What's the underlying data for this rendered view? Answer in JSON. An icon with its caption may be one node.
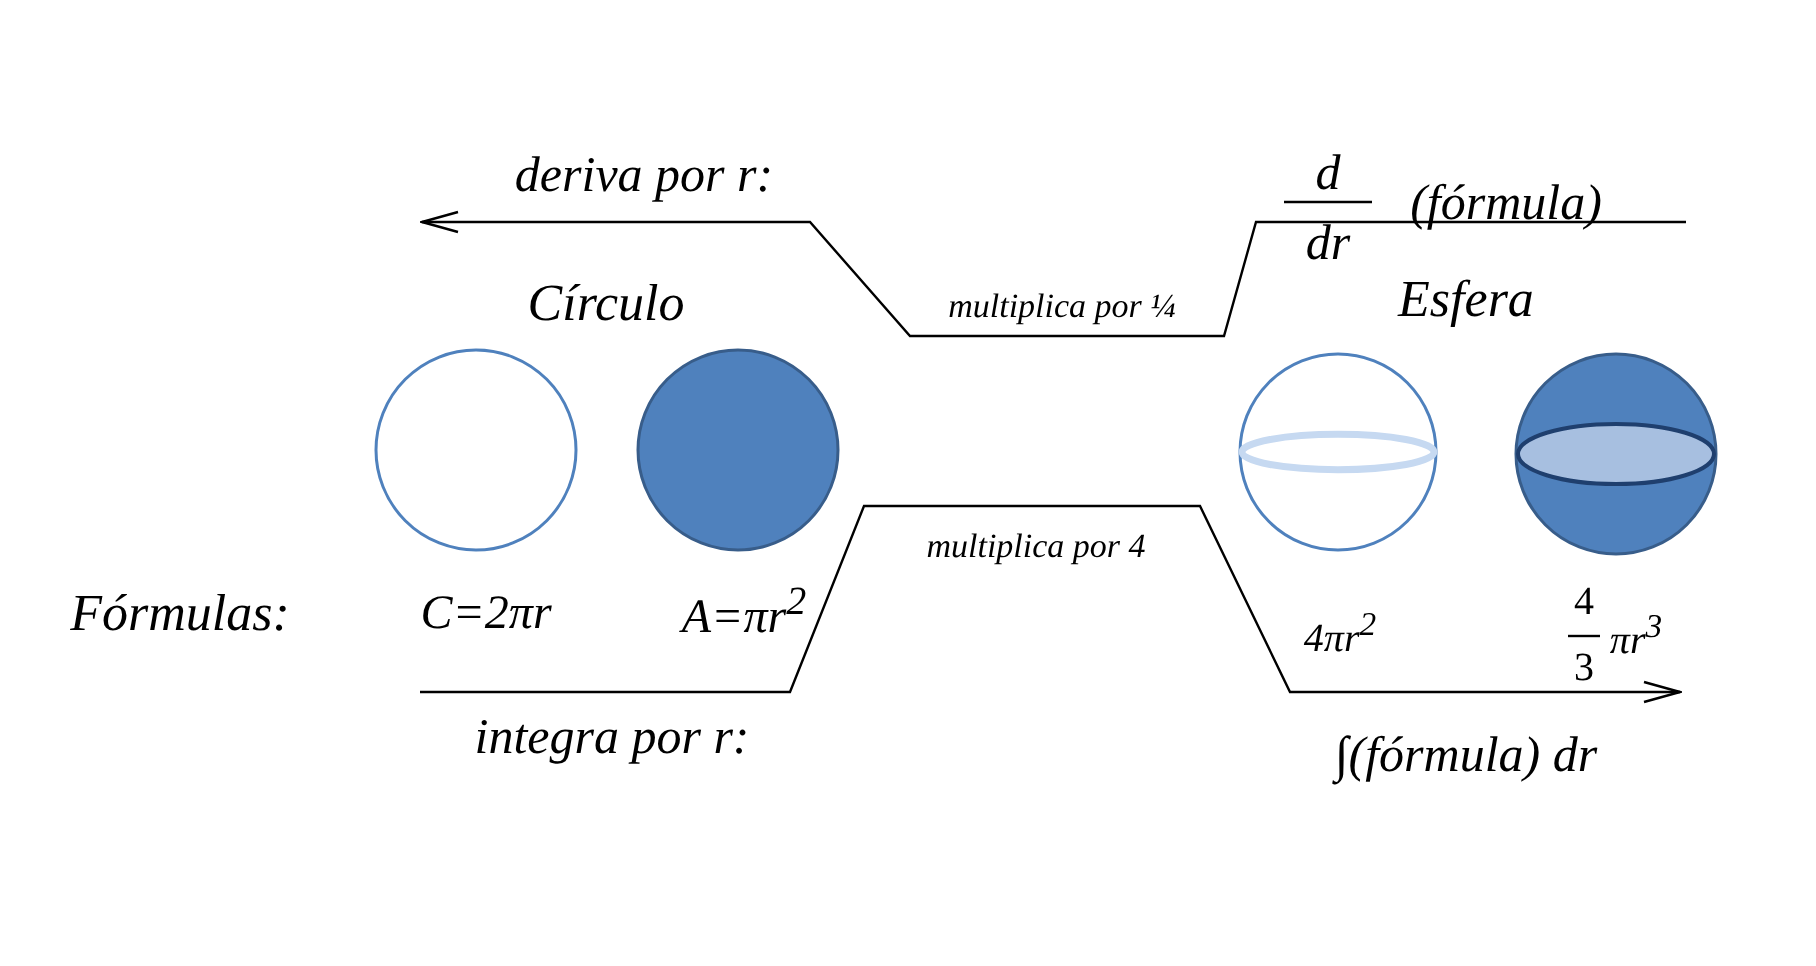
{
  "diagram": {
    "nodes": [
      {
        "text": [],
        "shape": "circle",
        "beside": [
          "C=2πr"
        ]
      },
      {
        "text": [],
        "shape": "circle",
        "beside": [
          "A=πr$^{2}$"
        ]
      },
      {
        "text": [],
        "shape": "sphere",
        "beside": [
          "4πr$^{2}$"
        ]
      },
      {
        "text": [],
        "shape": "sphere",
        "beside": [
          "4",
          "3",
          "πr$^{3}$"
        ]
      }
    ],
    "labels": [
      "deriva por r:",
      "d",
      "dr",
      "(fórmula)",
      "Círculo",
      "multiplica por ¼",
      "Esfera",
      "multiplica por 4",
      "Fórmulas:",
      "integra por r:",
      "∫(fórmula) dr"
    ]
  }
}
